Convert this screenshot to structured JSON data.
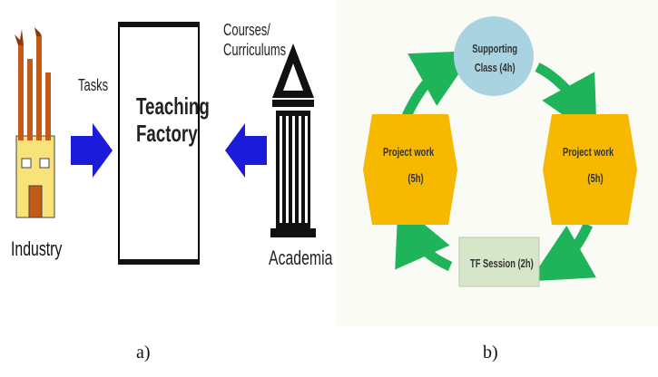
{
  "panel_a": {
    "tasks": "Tasks",
    "courses_line1": "Courses/",
    "courses_line2": "Curriculums",
    "factory_line1": "Teaching",
    "factory_line2": "Factory",
    "industry": "Industry",
    "academia": "Academia"
  },
  "panel_b": {
    "supporting_line1": "Supporting",
    "supporting_line2": "Class (4h)",
    "left_line1": "Project work",
    "left_line2": "(5h)",
    "right_line1": "Project work",
    "right_line2": "(5h)",
    "session": "TF Session (2h)"
  },
  "captions": {
    "a": "a)",
    "b": "b)"
  },
  "colors": {
    "arrow_blue": "#1b1bd9",
    "circle_blue": "#a9d3e0",
    "hexagon_yellow": "#f7b800",
    "session_green": "#d6e6c8",
    "cycle_green": "#1fb45a",
    "factory_orange": "#c45a1a",
    "factory_yellow": "#f8e27a"
  }
}
